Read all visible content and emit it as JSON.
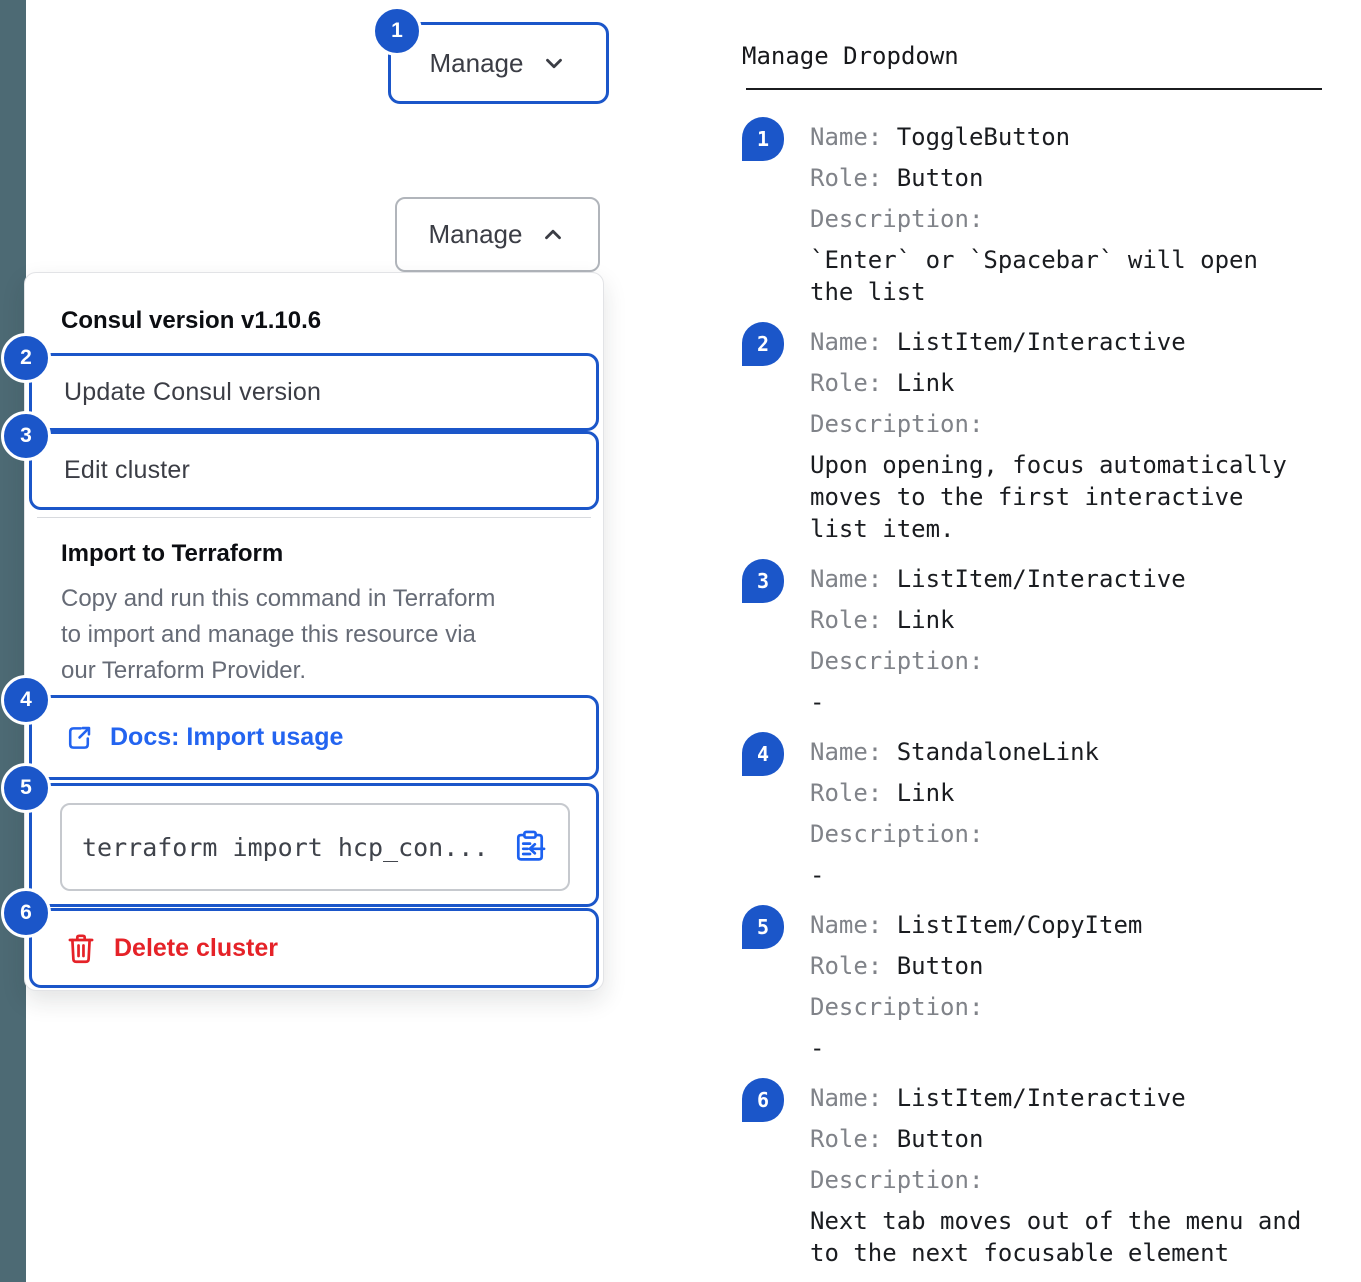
{
  "colors": {
    "accent_blue": "#1b56c9",
    "link_blue": "#2364f0",
    "critical_red": "#e52228",
    "rail_slate": "#4d6a74"
  },
  "left": {
    "toggle_closed": {
      "badge": "1",
      "label": "Manage"
    },
    "toggle_open": {
      "label": "Manage"
    },
    "menu": {
      "version_header": "Consul version v1.10.6",
      "items": [
        {
          "number": "2",
          "label": "Update Consul version"
        },
        {
          "number": "3",
          "label": "Edit cluster"
        }
      ],
      "import_section": {
        "heading": "Import to Terraform",
        "description": "Copy and run this command in Terraform\nto import and manage this resource via\nour Terraform Provider.",
        "docs_link": {
          "number": "4",
          "label": "Docs: Import usage"
        },
        "copy_item": {
          "number": "5",
          "code": "terraform import hcp_con..."
        },
        "delete_item": {
          "number": "6",
          "label": "Delete cluster"
        }
      }
    }
  },
  "annotations": {
    "title": "Manage Dropdown",
    "labels": {
      "name": "Name: ",
      "role": "Role: ",
      "description": "Description:"
    },
    "entries": [
      {
        "number": "1",
        "name": "ToggleButton",
        "role": "Button",
        "description": "`Enter` or `Spacebar` will open\nthe list"
      },
      {
        "number": "2",
        "name": "ListItem/Interactive",
        "role": "Link",
        "description": "Upon opening, focus automatically\nmoves to the first interactive\nlist item."
      },
      {
        "number": "3",
        "name": "ListItem/Interactive",
        "role": "Link",
        "description": "-"
      },
      {
        "number": "4",
        "name": "StandaloneLink",
        "role": "Link",
        "description": "-"
      },
      {
        "number": "5",
        "name": "ListItem/CopyItem",
        "role": "Button",
        "description": "-"
      },
      {
        "number": "6",
        "name": "ListItem/Interactive",
        "role": "Button",
        "description": "Next tab moves out of the menu and\nto the next focusable element"
      }
    ]
  }
}
